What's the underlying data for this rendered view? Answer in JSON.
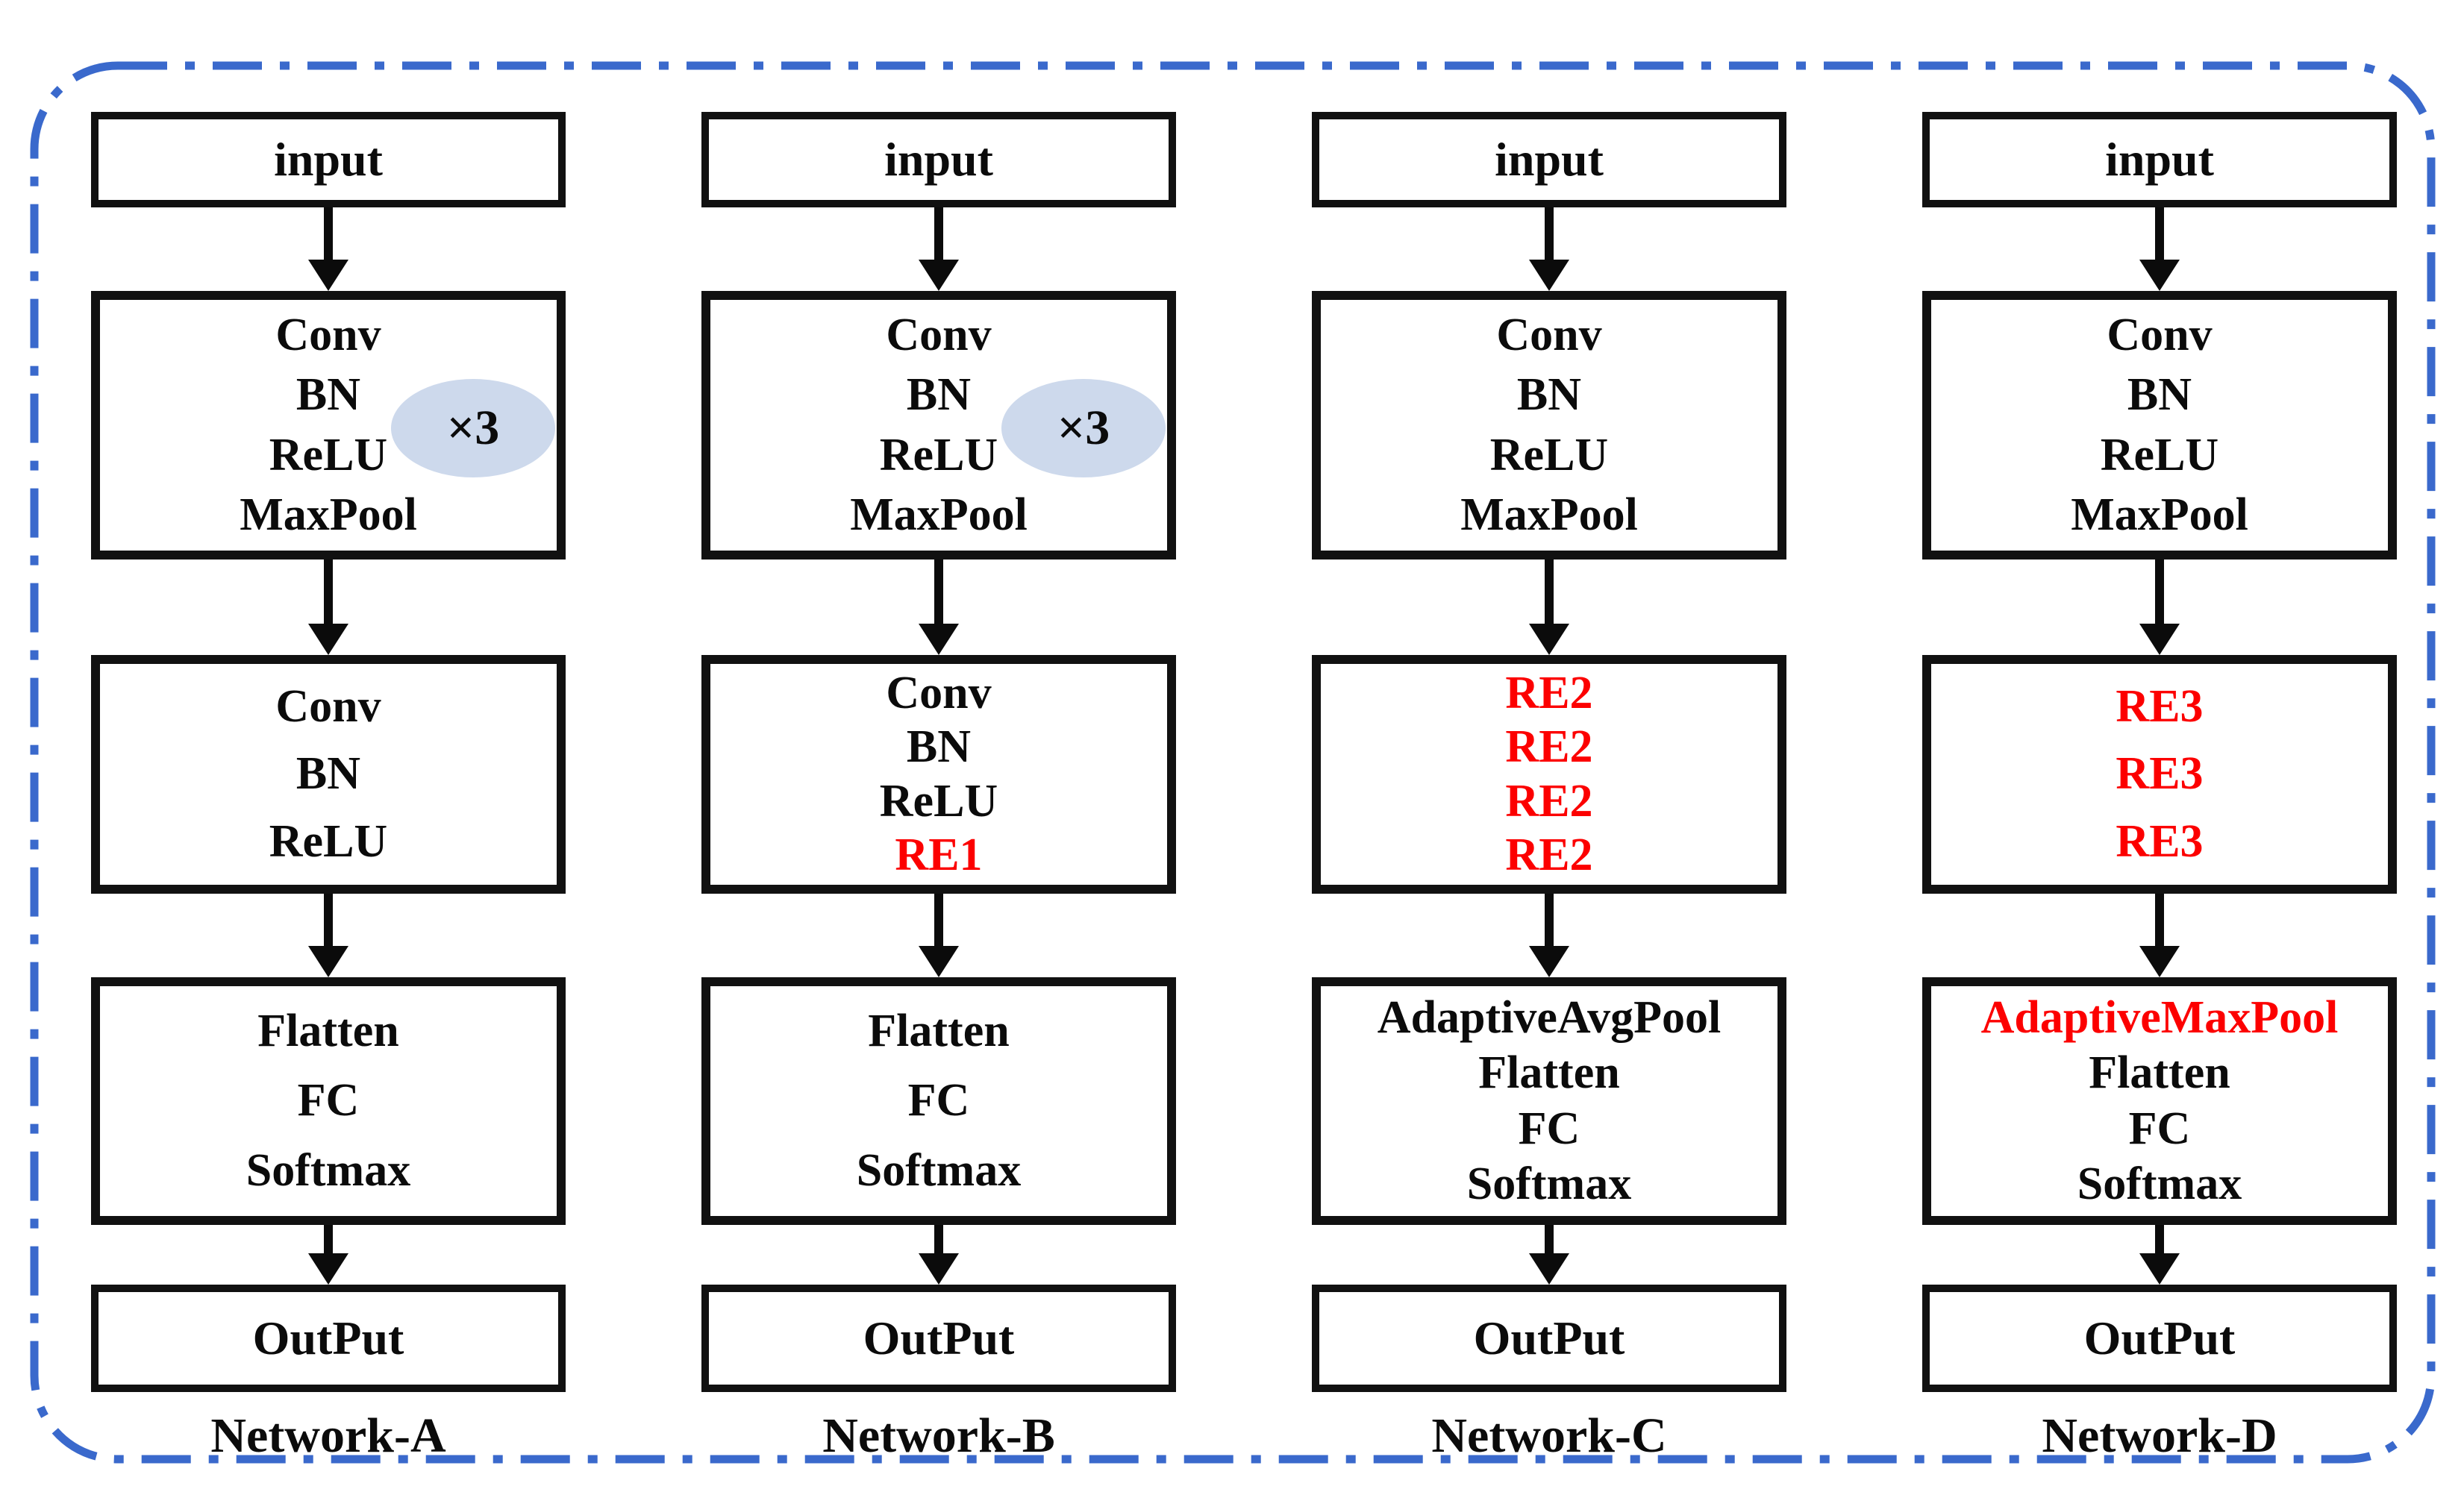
{
  "style": {
    "frame_border_color": "#3a69cc",
    "box_border_color": "#111111",
    "red_text_color": "#fc0000",
    "ellipse_fill_color": "#cdd9ec",
    "background_color": "#ffffff"
  },
  "columns": [
    {
      "name": "Network-A",
      "input_label": "input",
      "multiplier": "×3",
      "block1": {
        "lines": [
          "Conv",
          "BN",
          "ReLU",
          "MaxPool"
        ]
      },
      "block2": {
        "lines": [
          "Conv",
          "BN",
          "ReLU"
        ],
        "red_indices": []
      },
      "block3": {
        "lines": [
          "Flatten",
          "FC",
          "Softmax"
        ],
        "red_indices": []
      },
      "output_label": "OutPut"
    },
    {
      "name": "Network-B",
      "input_label": "input",
      "multiplier": "×3",
      "block1": {
        "lines": [
          "Conv",
          "BN",
          "ReLU",
          "MaxPool"
        ]
      },
      "block2": {
        "lines": [
          "Conv",
          "BN",
          "ReLU",
          "RE1"
        ],
        "red_indices": [
          3
        ]
      },
      "block3": {
        "lines": [
          "Flatten",
          "FC",
          "Softmax"
        ],
        "red_indices": []
      },
      "output_label": "OutPut"
    },
    {
      "name": "Network-C",
      "input_label": "input",
      "block1": {
        "lines": [
          "Conv",
          "BN",
          "ReLU",
          "MaxPool"
        ]
      },
      "block2": {
        "lines": [
          "RE2",
          "RE2",
          "RE2",
          "RE2"
        ],
        "red_indices": [
          0,
          1,
          2,
          3
        ]
      },
      "block3": {
        "lines": [
          "AdaptiveAvgPool",
          "Flatten",
          "FC",
          "Softmax"
        ],
        "red_indices": []
      },
      "output_label": "OutPut"
    },
    {
      "name": "Network-D",
      "input_label": "input",
      "block1": {
        "lines": [
          "Conv",
          "BN",
          "ReLU",
          "MaxPool"
        ]
      },
      "block2": {
        "lines": [
          "RE3",
          "RE3",
          "RE3"
        ],
        "red_indices": [
          0,
          1,
          2
        ]
      },
      "block3": {
        "lines": [
          "AdaptiveMaxPool",
          "Flatten",
          "FC",
          "Softmax"
        ],
        "red_indices": [
          0
        ]
      },
      "output_label": "OutPut"
    }
  ]
}
